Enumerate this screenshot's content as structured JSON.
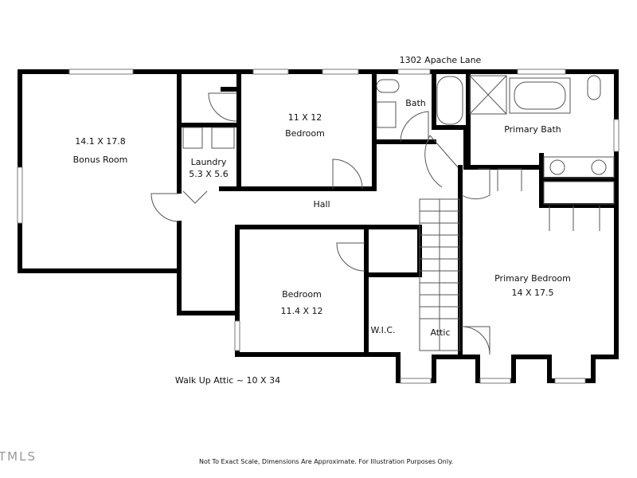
{
  "address": "1302 Apache Lane",
  "rooms": {
    "bonus": {
      "dims": "14.1 X 17.8",
      "name": "Bonus Room"
    },
    "bedroom1": {
      "dims": "11 X 12",
      "name": "Bedroom"
    },
    "laundry": {
      "name": "Laundry",
      "dims": "5.3 X 5.6"
    },
    "bath": {
      "name": "Bath"
    },
    "primary_bath": {
      "name": "Primary Bath"
    },
    "hall": {
      "name": "Hall"
    },
    "bedroom2": {
      "name": "Bedroom",
      "dims": "11.4 X 12"
    },
    "primary_bedroom": {
      "name": "Primary Bedroom",
      "dims": "14 X 17.5"
    },
    "wic": {
      "name": "W.I.C."
    },
    "attic": {
      "name": "Attic"
    }
  },
  "attic_note": "Walk Up Attic ~ 10 X 34",
  "disclaimer": "Not To Exact Scale, Dimensions Are Approximate. For Illustration Purposes Only.",
  "watermark": "TMLS"
}
